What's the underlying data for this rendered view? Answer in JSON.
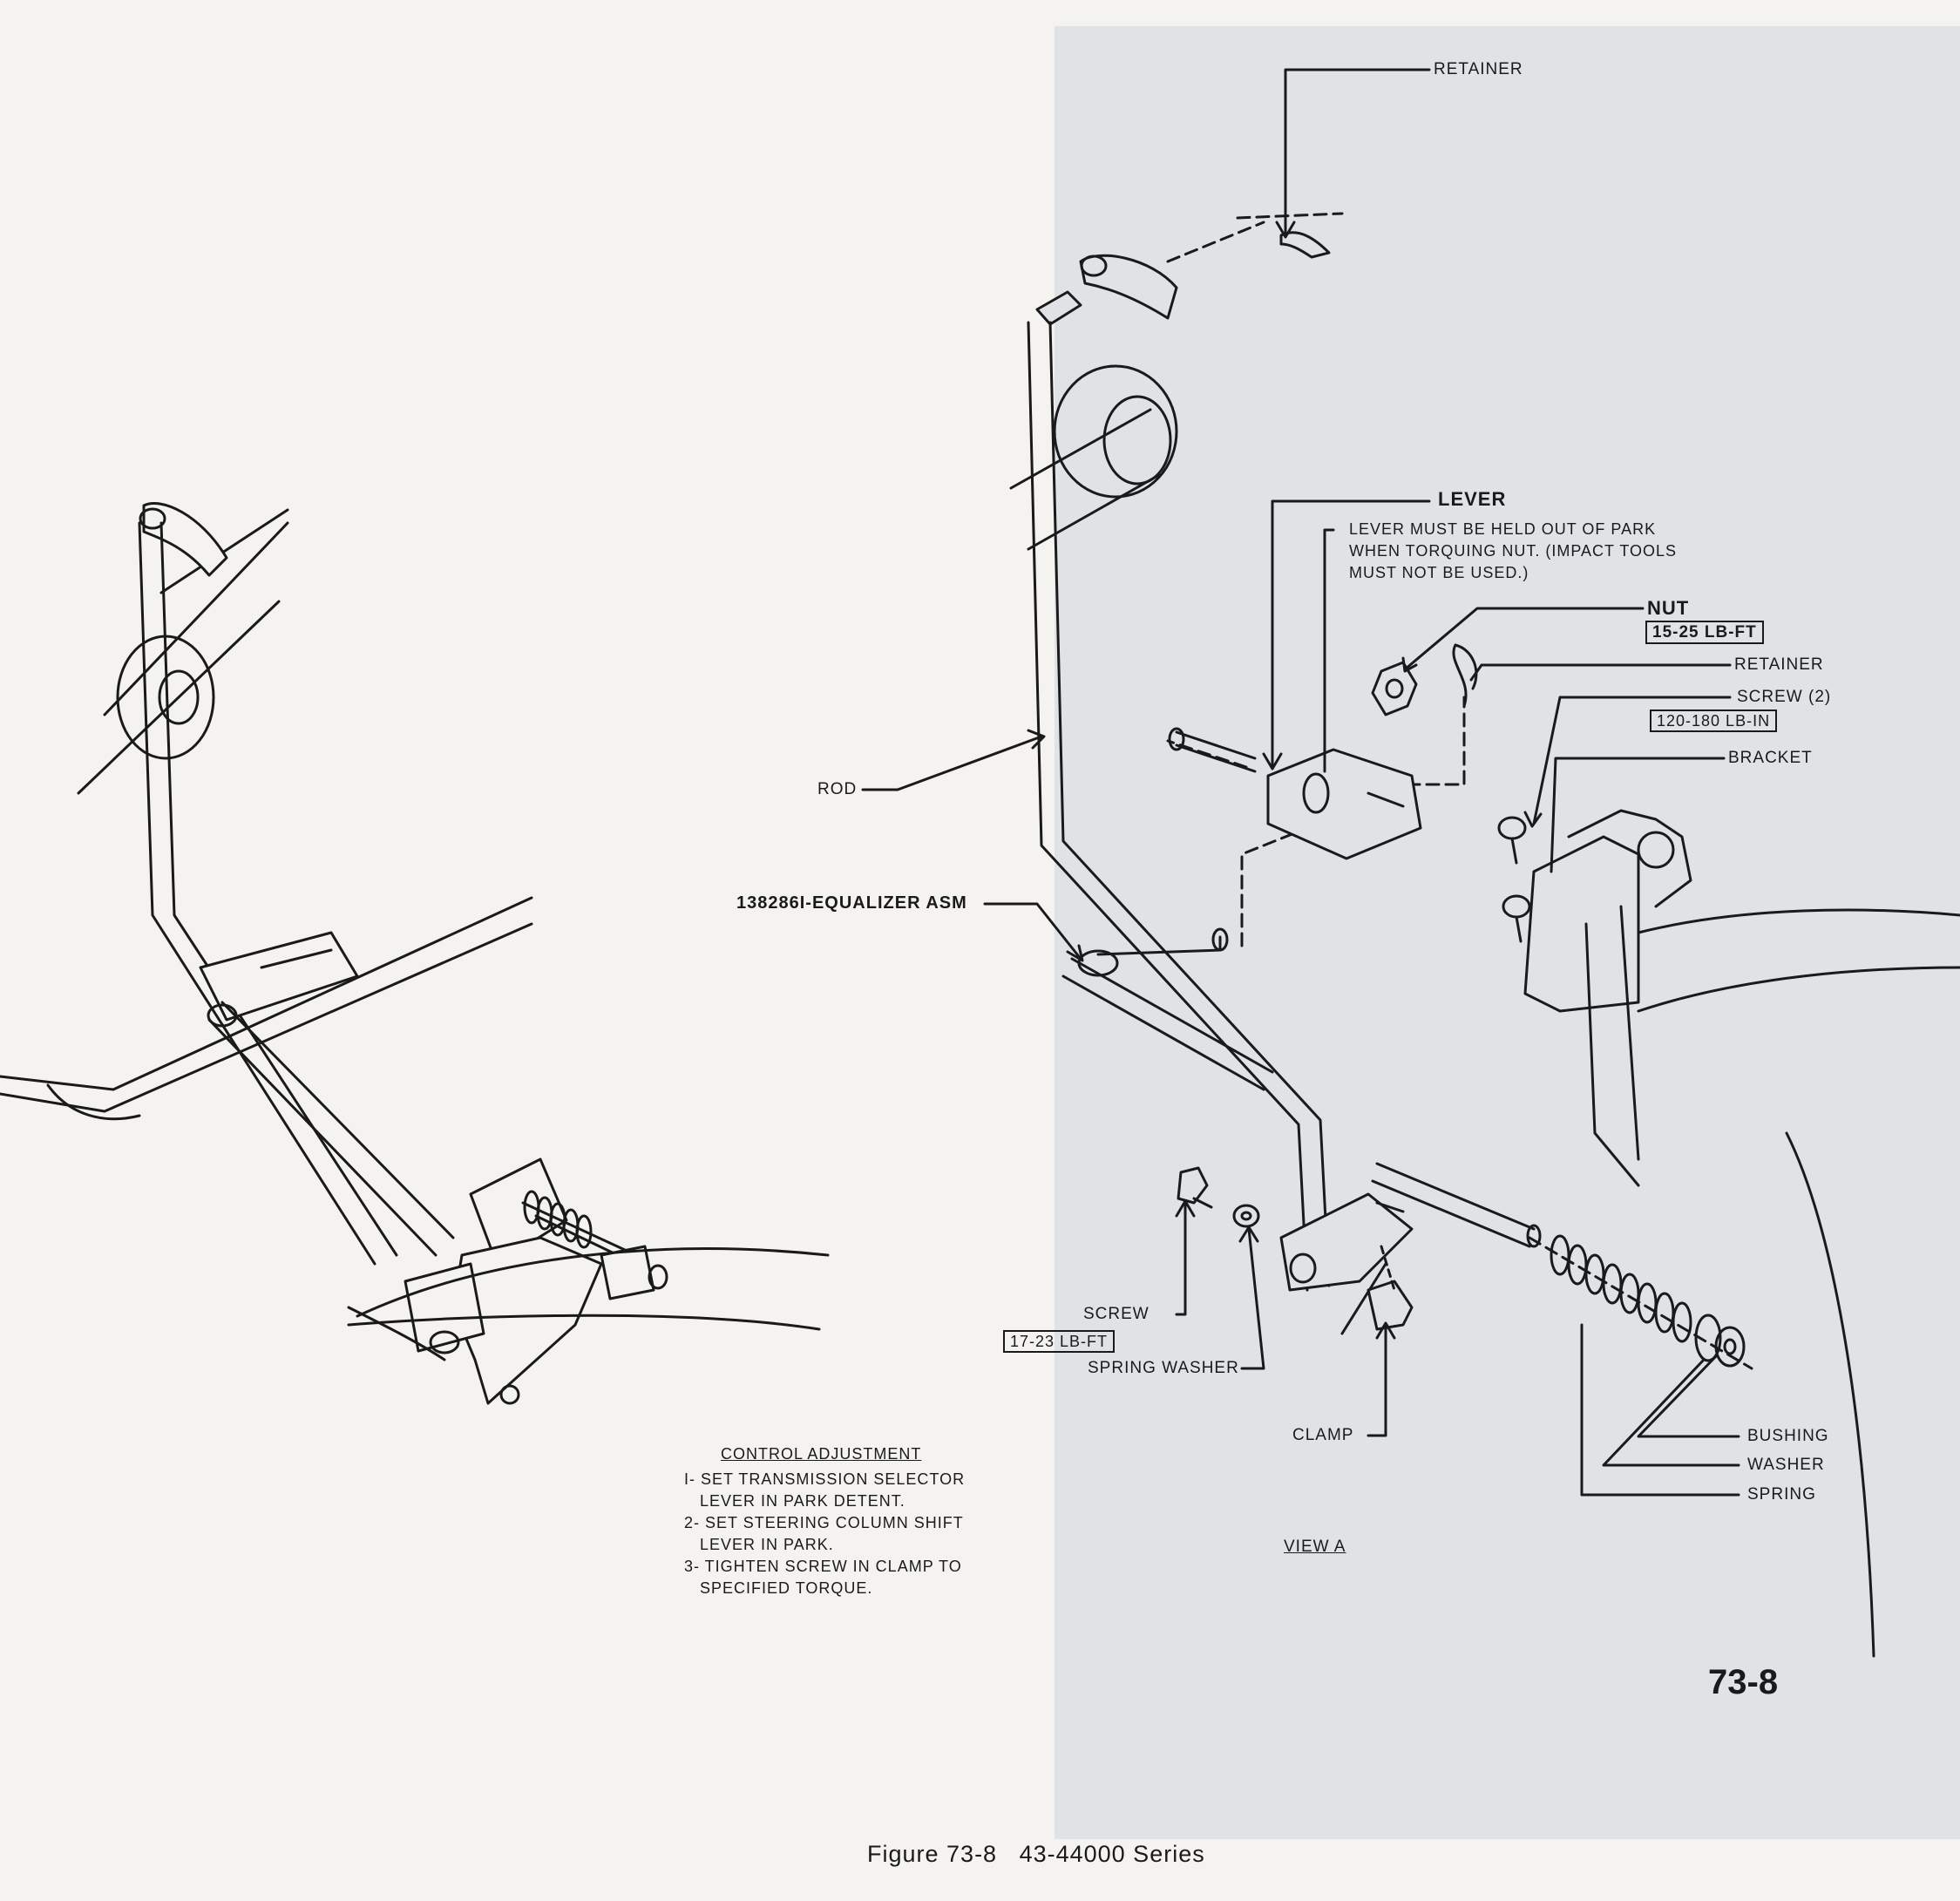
{
  "labels": {
    "retainer_top": "RETAINER",
    "lever": "LEVER",
    "lever_note": [
      "LEVER MUST BE HELD OUT OF PARK",
      "WHEN TORQUING NUT. (IMPACT TOOLS",
      "MUST NOT BE USED.)"
    ],
    "nut": "NUT",
    "nut_torque": "15-25 LB-FT",
    "retainer_mid": "RETAINER",
    "screw_2": "SCREW (2)",
    "screw_2_torque": "120-180 LB-IN",
    "bracket": "BRACKET",
    "rod": "ROD",
    "equalizer": "138286I-EQUALIZER ASM",
    "screw": "SCREW",
    "screw_torque": "17-23 LB-FT",
    "spring_washer": "SPRING WASHER",
    "clamp": "CLAMP",
    "bushing": "BUSHING",
    "washer": "WASHER",
    "spring": "SPRING",
    "view_a": "VIEW A"
  },
  "control_adjustment": {
    "title": "CONTROL ADJUSTMENT",
    "steps": [
      "I- SET TRANSMISSION SELECTOR",
      "   LEVER IN PARK DETENT.",
      "2- SET STEERING COLUMN SHIFT",
      "   LEVER IN PARK.",
      "3- TIGHTEN SCREW IN CLAMP TO",
      "   SPECIFIED TORQUE."
    ]
  },
  "page_number": "73-8",
  "caption": "Figure 73-8   43-44000 Series",
  "colors": {
    "paper": "#f4f3ef",
    "tint": "#dfe3e6",
    "ink": "#1a1a1a"
  }
}
